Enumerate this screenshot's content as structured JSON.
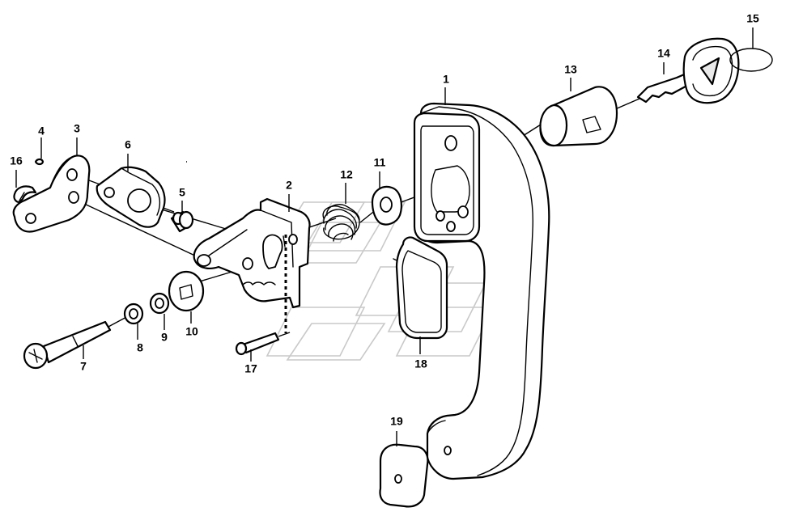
{
  "diagram": {
    "callouts": [
      {
        "id": "1",
        "label": "1"
      },
      {
        "id": "2",
        "label": "2"
      },
      {
        "id": "3",
        "label": "3"
      },
      {
        "id": "4",
        "label": "4"
      },
      {
        "id": "5",
        "label": "5"
      },
      {
        "id": "6",
        "label": "6"
      },
      {
        "id": "7",
        "label": "7"
      },
      {
        "id": "8",
        "label": "8"
      },
      {
        "id": "9",
        "label": "9"
      },
      {
        "id": "10",
        "label": "10"
      },
      {
        "id": "11",
        "label": "11"
      },
      {
        "id": "12",
        "label": "12"
      },
      {
        "id": "13",
        "label": "13"
      },
      {
        "id": "14",
        "label": "14"
      },
      {
        "id": "15",
        "label": "15"
      },
      {
        "id": "16",
        "label": "16"
      },
      {
        "id": "17",
        "label": "17"
      },
      {
        "id": "18",
        "label": "18"
      },
      {
        "id": "19",
        "label": "19"
      }
    ],
    "colors": {
      "line": "#000000",
      "background": "#ffffff",
      "watermark": "#c9c9c9",
      "fill_shade": "#e9e9e9"
    }
  }
}
